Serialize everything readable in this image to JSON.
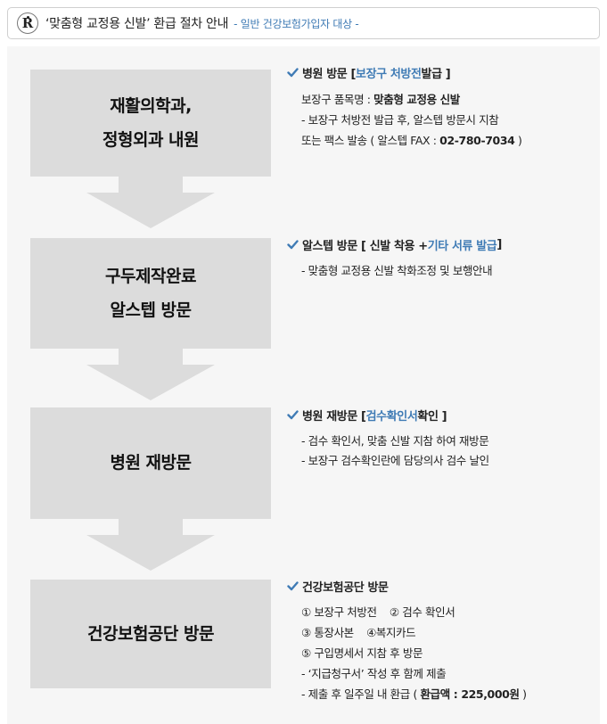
{
  "header": {
    "logo_letter": "R",
    "title": "‘맞춤형 교정용 신발’ 환급 절차 안내",
    "subtitle": "- 일반 건강보험가입자 대상 -"
  },
  "steps": [
    {
      "box_lines": [
        "재활의학과,",
        "정형외과 내원"
      ],
      "heading": {
        "pre": "병원 방문 [ ",
        "highlight": "보장구 처방전",
        "post": " 발급 ]"
      },
      "lines": {
        "item_label": "보장구 품목명 : ",
        "item_value": "맞춤형 교정용 신발",
        "line2": "- 보장구 처방전 발급 후, 알스텝 방문시 지참",
        "line3_pre": " 또는 팩스 발송 ( 알스텝 FAX : ",
        "line3_fax": "02-780-7034",
        "line3_post": " )"
      }
    },
    {
      "box_lines": [
        "구두제작완료",
        "알스텝 방문"
      ],
      "heading": {
        "pre": "알스텝 방문 [ 신발 착용 + ",
        "highlight": "기타 서류 발급",
        "post": " ]"
      },
      "lines": {
        "line1": "- 맞춤형 교정용 신발 착화조정 및 보행안내"
      }
    },
    {
      "box_lines": [
        "병원 재방문"
      ],
      "heading": {
        "pre": "병원 재방문 [ ",
        "highlight": "검수확인서",
        "post": " 확인 ]"
      },
      "lines": {
        "line1": "- 검수 확인서, 맞춤 신발 지참 하여 재방문",
        "line2": "- 보장구 검수확인란에 담당의사 검수 날인"
      }
    },
    {
      "box_lines": [
        "건강보험공단 방문"
      ],
      "heading": {
        "pre": "건강보험공단 방문",
        "highlight": "",
        "post": ""
      },
      "lines": {
        "line1": "① 보장구 처방전    ② 검수 확인서",
        "line2": "③ 통장사본    ④복지카드",
        "line3": "⑤ 구입명세서 지참 후 방문",
        "line4": "- ‘지급청구서’ 작성 후 함께 제출",
        "line5_pre": "- 제출 후 일주일 내 환급 ( ",
        "line5_bold": "환급액 : 225,000원",
        "line5_post": " )"
      }
    }
  ],
  "colors": {
    "accent": "#3f7bb5",
    "box": "#dcdcdc",
    "panel": "#f6f6f6"
  }
}
